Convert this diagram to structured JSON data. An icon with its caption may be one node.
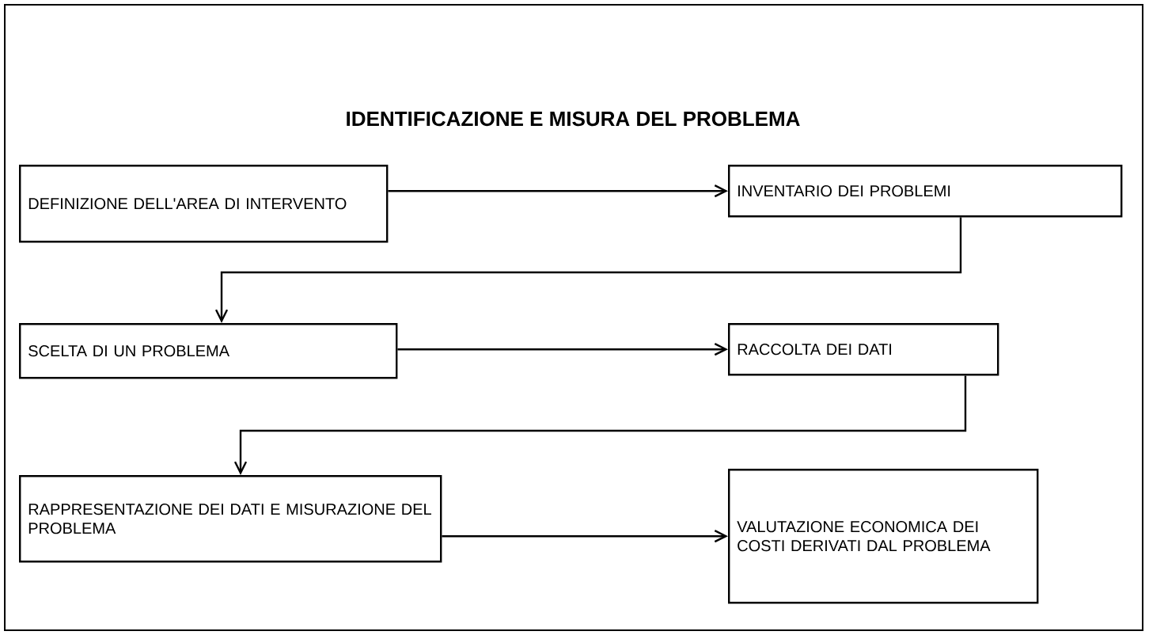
{
  "diagram": {
    "title": "IDENTIFICAZIONE E MISURA DEL PROBLEMA",
    "nodes": [
      {
        "text": [
          "DEFINIZIONE DELL'AREA DI INTERVENTO"
        ]
      },
      {
        "text": [
          "INVENTARIO DEI PROBLEMI"
        ]
      },
      {
        "text": [
          "SCELTA DI UN PROBLEMA"
        ]
      },
      {
        "text": [
          "RACCOLTA DEI DATI"
        ]
      },
      {
        "text": [
          "RAPPRESENTAZIONE DEI DATI E MISURAZIONE DEL PROBLEMA"
        ]
      },
      {
        "text": [
          "VALUTAZIONE ECONOMICA DEI COSTI DERIVATI DAL PROBLEMA"
        ]
      }
    ],
    "edges": [
      {
        "from": 0,
        "to": 1,
        "arrow": "to"
      },
      {
        "from": 1,
        "to": 2,
        "arrow": "to"
      },
      {
        "from": 2,
        "to": 3,
        "arrow": "to"
      },
      {
        "from": 3,
        "to": 4,
        "arrow": "to"
      },
      {
        "from": 4,
        "to": 5,
        "arrow": "to"
      }
    ]
  }
}
